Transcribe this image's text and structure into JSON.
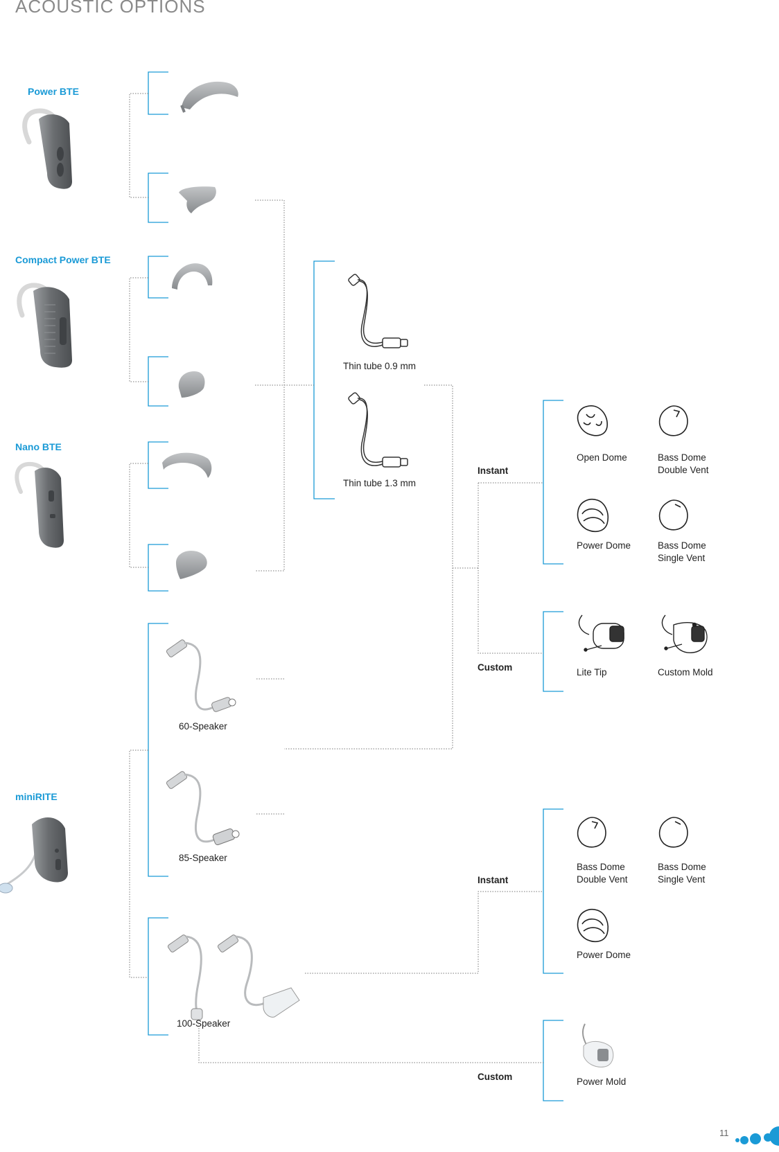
{
  "page": {
    "title": "ACOUSTIC OPTIONS",
    "page_number": "11"
  },
  "products": {
    "power_bte": "Power BTE",
    "compact_power_bte": "Compact Power BTE",
    "nano_bte": "Nano BTE",
    "minirite": "miniRITE"
  },
  "tubes": {
    "thin_09": "Thin tube 0.9 mm",
    "thin_13": "Thin tube 1.3 mm"
  },
  "speakers": {
    "s60": "60-Speaker",
    "s85": "85-Speaker",
    "s100": "100-Speaker"
  },
  "groups": {
    "instant_1": "Instant",
    "custom_1": "Custom",
    "instant_2": "Instant",
    "custom_2": "Custom"
  },
  "tips": {
    "open_dome": "Open Dome",
    "bass_double_1a": "Bass Dome",
    "bass_double_1b": "Double Vent",
    "power_dome_1": "Power Dome",
    "bass_single_1a": "Bass Dome",
    "bass_single_1b": "Single Vent",
    "lite_tip": "Lite Tip",
    "custom_mold": "Custom Mold",
    "bass_double_2a": "Bass Dome",
    "bass_double_2b": "Double Vent",
    "bass_single_2a": "Bass Dome",
    "bass_single_2b": "Single Vent",
    "power_dome_2": "Power Dome",
    "power_mold": "Power Mold"
  },
  "colors": {
    "accent": "#1a9ad6",
    "connector": "#777777",
    "device": "#6f7275"
  }
}
